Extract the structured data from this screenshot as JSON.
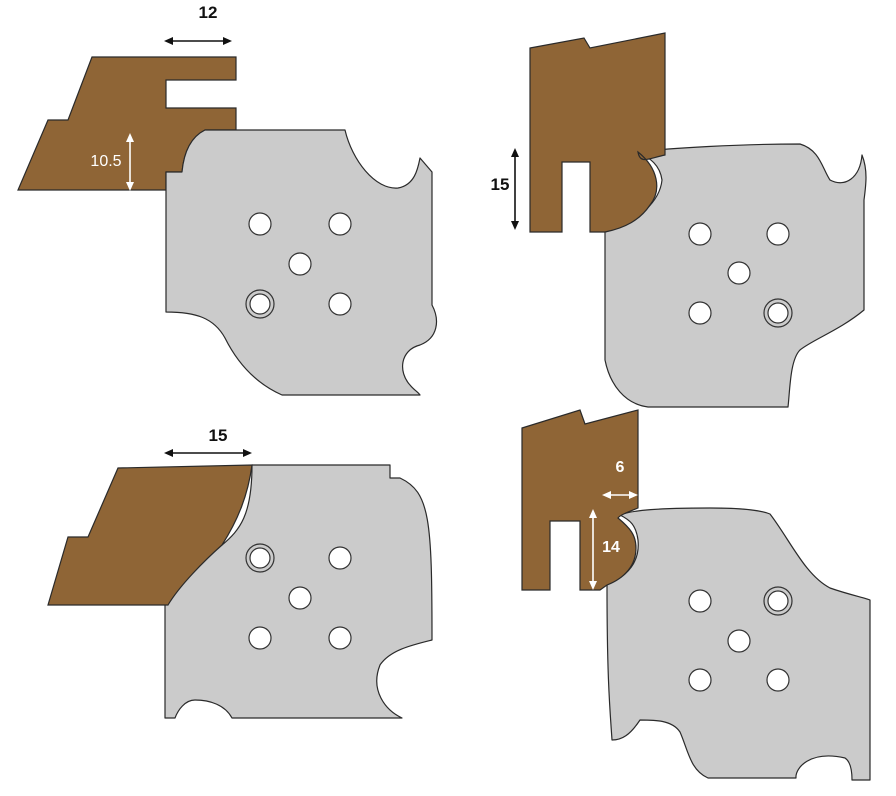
{
  "colors": {
    "wood": "#8f6536",
    "knife": "#cbcbcb",
    "hole": "#ffffff",
    "background": "#ffffff"
  },
  "panels": [
    {
      "id": "top-left",
      "dimensions": {
        "width_label": "12",
        "height_label": "10.5"
      }
    },
    {
      "id": "top-right",
      "dimensions": {
        "height_label": "15"
      }
    },
    {
      "id": "bottom-left",
      "dimensions": {
        "width_label": "15"
      }
    },
    {
      "id": "bottom-right",
      "dimensions": {
        "depth_label": "6",
        "height_label": "14"
      }
    }
  ]
}
